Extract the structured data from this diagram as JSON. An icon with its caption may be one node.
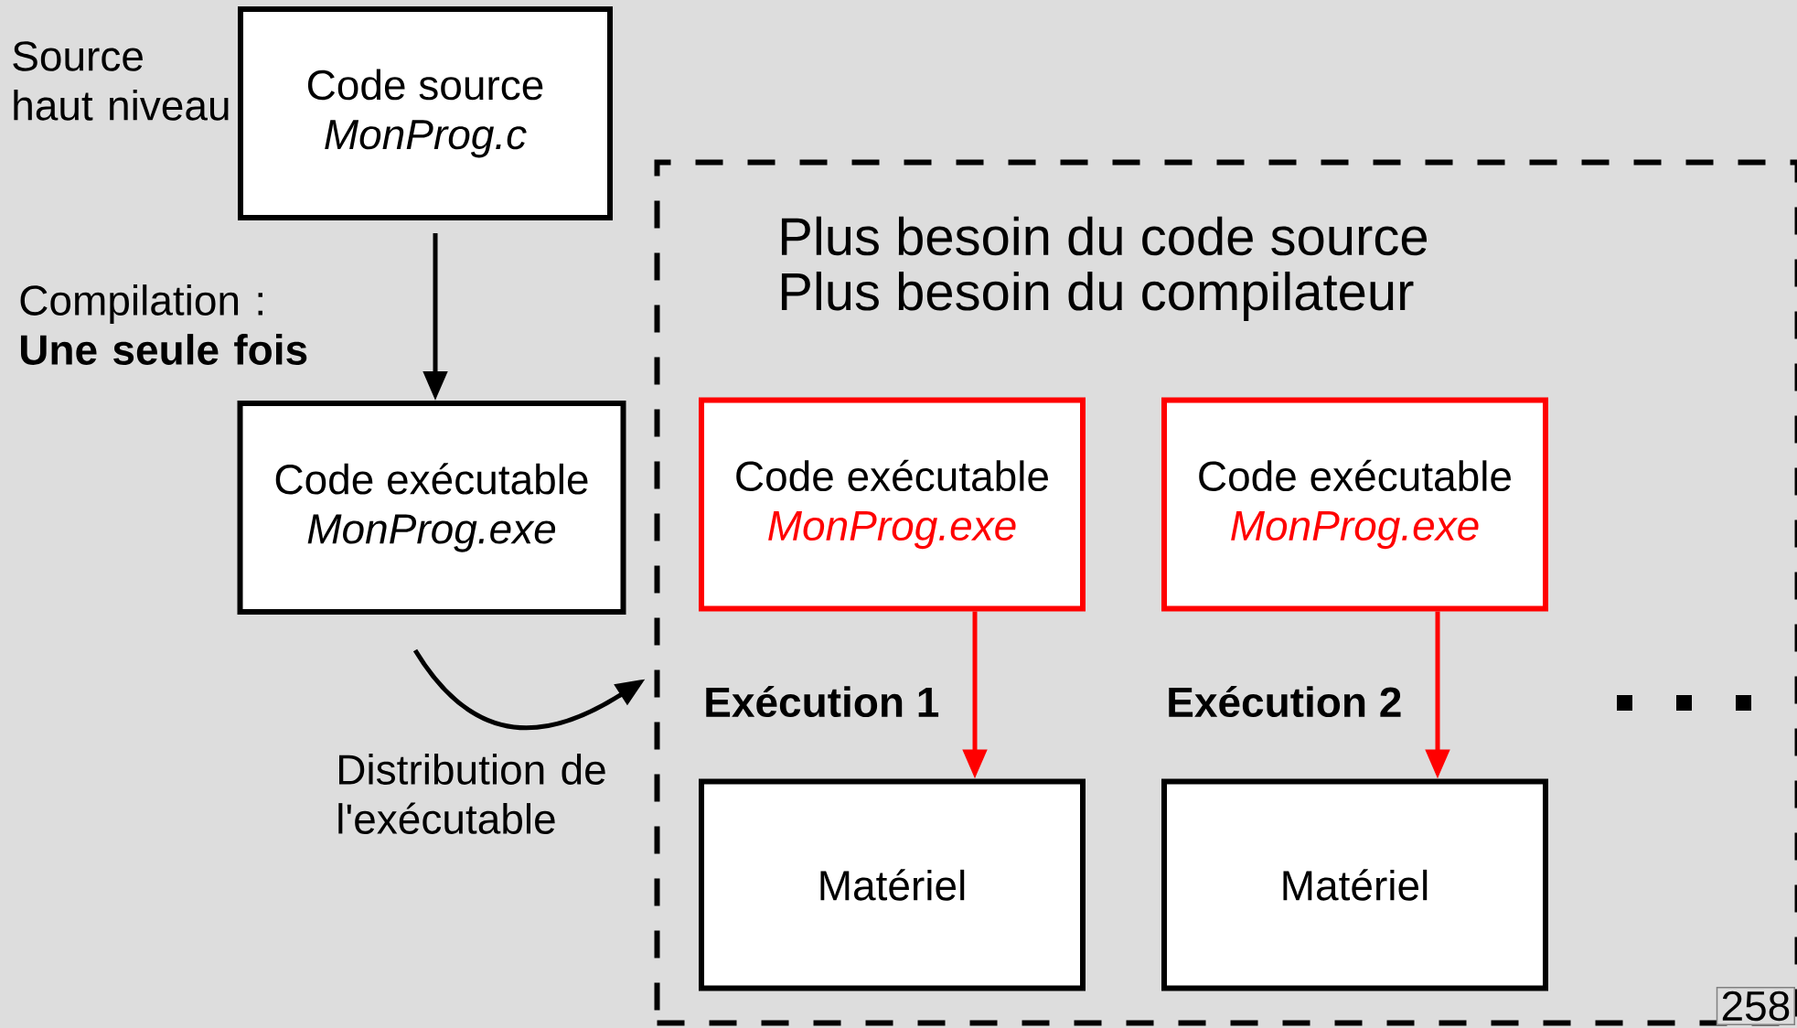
{
  "diagram": {
    "nodes": [
      {
        "text": [
          "Code source",
          "MonProg.c"
        ],
        "beside": [
          "Source haut niveau"
        ]
      },
      {
        "text": [
          "Code exécutable",
          "MonProg.exe"
        ]
      },
      {
        "text": [
          "Plus besoin du code source",
          "Plus besoin du compilateur"
        ]
      },
      {
        "text": [
          "Code exécutable",
          "MonProg.exe"
        ],
        "in": 2
      },
      {
        "text": [
          "Code exécutable",
          "MonProg.exe"
        ],
        "in": 2
      },
      {
        "text": [
          "Matériel"
        ],
        "in": 2
      },
      {
        "text": [
          "Matériel"
        ],
        "in": 2
      }
    ],
    "edges": [
      {
        "from": 0,
        "to": 1,
        "arrow": "to",
        "label": "Compilation : **Une seule fois**"
      },
      {
        "from": 1,
        "to": 2,
        "arrow": "to",
        "label": "Distribution de l'exécutable"
      },
      {
        "from": 3,
        "to": 5,
        "arrow": "to",
        "label": "Exécution 1",
        "color": "#ff0000"
      },
      {
        "from": 4,
        "to": 6,
        "arrow": "to",
        "label": "Exécution 2",
        "color": "#ff0000"
      }
    ],
    "labels": [
      "258"
    ]
  }
}
